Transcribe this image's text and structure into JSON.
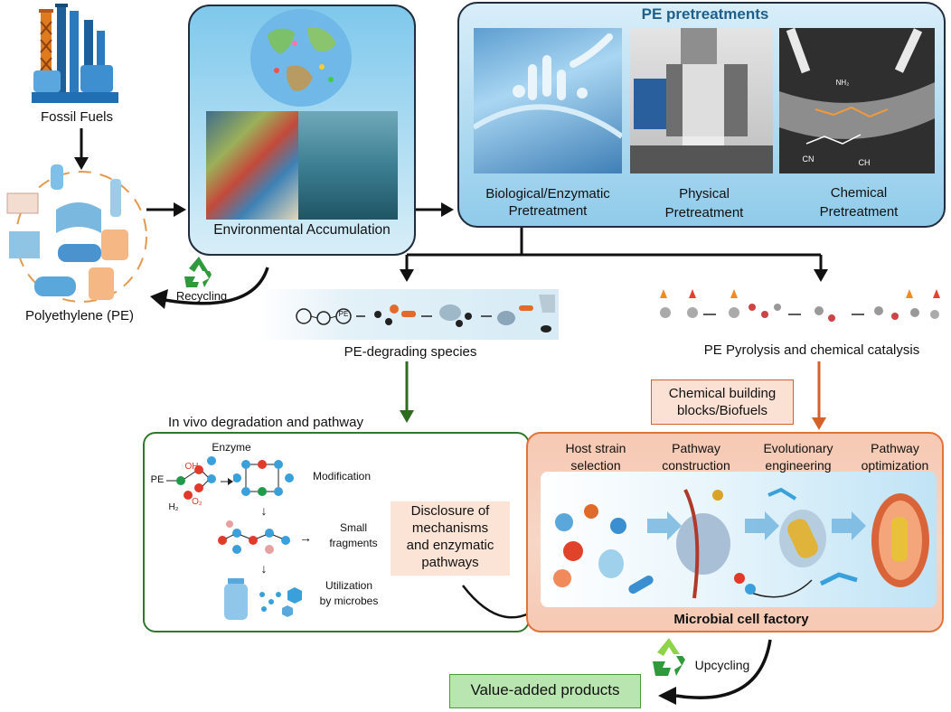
{
  "top": {
    "fossil_fuels": "Fossil Fuels",
    "polyethylene": "Polyethylene (PE)",
    "environmental_accumulation": "Environmental Accumulation",
    "recycling": "Recycling"
  },
  "pretreatments": {
    "title": "PE pretreatments",
    "biological_line1": "Biological/Enzymatic",
    "biological_line2": "Pretreatment",
    "physical_line1": "Physical",
    "physical_line2": "Pretreatment",
    "chemical_line1": "Chemical",
    "chemical_line2": "Pretreatment",
    "nh2_label": "NH₂",
    "cn_label": "CN",
    "ch_label": "CH"
  },
  "middle": {
    "pe_degrading_species": "PE-degrading species",
    "pe_token": "PE",
    "pyrolysis": "PE Pyrolysis and chemical catalysis",
    "building_blocks_line1": "Chemical building",
    "building_blocks_line2": "blocks/Biofuels"
  },
  "in_vivo": {
    "title": "In vivo degradation and pathway",
    "enzyme": "Enzyme",
    "pe_label": "PE",
    "oh_label": "OH",
    "o2_label": "O₂",
    "h2_label": "H₂",
    "modification": "Modification",
    "small_line1": "Small",
    "small_line2": "fragments",
    "util_line1": "Utilization",
    "util_line2": "by microbes",
    "disclosure_line1": "Disclosure of",
    "disclosure_line2": "mechanisms",
    "disclosure_line3": "and enzymatic",
    "disclosure_line4": "pathways"
  },
  "factory": {
    "host_line1": "Host strain",
    "host_line2": "selection",
    "pathway_c_line1": "Pathway",
    "pathway_c_line2": "construction",
    "evol_line1": "Evolutionary",
    "evol_line2": "engineering",
    "pathway_o_line1": "Pathway",
    "pathway_o_line2": "optimization",
    "title": "Microbial cell factory"
  },
  "bottom": {
    "upcycling": "Upcycling",
    "value_added": "Value-added products"
  },
  "colors": {
    "panel_blue_border": "#1f2d3d",
    "pretreat_title": "#1f5f8a",
    "green_arrow": "#2e6b1f",
    "orange_arrow": "#d4602a",
    "factory_fill": "#f6c9b3",
    "factory_border": "#e0743c",
    "value_fill": "#b9e6b0",
    "building_fill": "#fbe1d4",
    "disclosure_fill": "#fbe3d6",
    "invivo_border": "#2f7a2a"
  }
}
